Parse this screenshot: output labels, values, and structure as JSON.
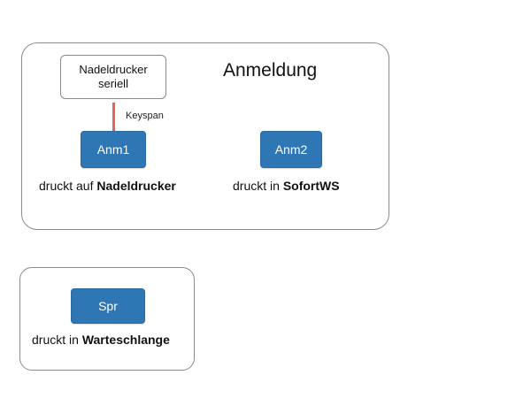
{
  "groups": {
    "anmeldung": {
      "title": "Anmeldung",
      "device": {
        "line1": "Nadeldrucker",
        "line2": "seriell"
      },
      "connector_label": "Keyspan",
      "nodes": [
        {
          "label": "Anm1",
          "caption_prefix": "druckt auf",
          "caption_target": "Nadeldrucker"
        },
        {
          "label": "Anm2",
          "caption_prefix": "druckt in",
          "caption_target": "SofortWS"
        }
      ]
    },
    "spr": {
      "node": {
        "label": "Spr",
        "caption_prefix": "druckt in",
        "caption_target": "Warteschlange"
      }
    }
  },
  "colors": {
    "node_fill": "#2f76b5",
    "connector": "#e8615a",
    "border": "#8a8a8a"
  }
}
